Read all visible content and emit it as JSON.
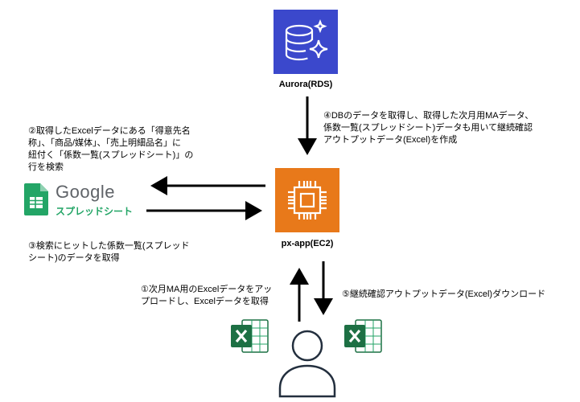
{
  "nodes": {
    "rds": {
      "label": "Aurora(RDS)"
    },
    "ec2": {
      "label": "px-app(EC2)"
    },
    "google": {
      "brand": "Google",
      "product": "スプレッドシート"
    }
  },
  "notes": {
    "step2_lines": [
      "②取得したExcelデータにある「得意先名",
      "称」、「商品/媒体」、「売上明細品名」に",
      "紐付く「係数一覧(スプレッドシート)」の",
      "行を検索"
    ],
    "step3_lines": [
      "③検索にヒットした係数一覧(スプレッド",
      "シート)のデータを取得"
    ],
    "step4_lines": [
      "④DBのデータを取得し、取得した次月用MAデータ、",
      "係数一覧(スプレッドシート)データも用いて継続確認",
      "アウトプットデータ(Excel)を作成"
    ],
    "step1_lines": [
      "①次月MA用のExcelデータをアッ",
      "プロードし、Excelデータを取得"
    ],
    "step5_lines": [
      "⑤継続確認アウトプットデータ(Excel)ダウンロード"
    ]
  },
  "colors": {
    "rds": "#3b48cc",
    "ec2": "#e8791a",
    "sheets_green": "#23a566",
    "excel_green": "#1d7044",
    "google_gray": "#5f6368"
  },
  "icons": {
    "rds": "database-sparkle-icon",
    "ec2": "chip-icon",
    "sheets": "google-sheets-icon",
    "excel": "excel-icon",
    "user": "user-icon"
  }
}
